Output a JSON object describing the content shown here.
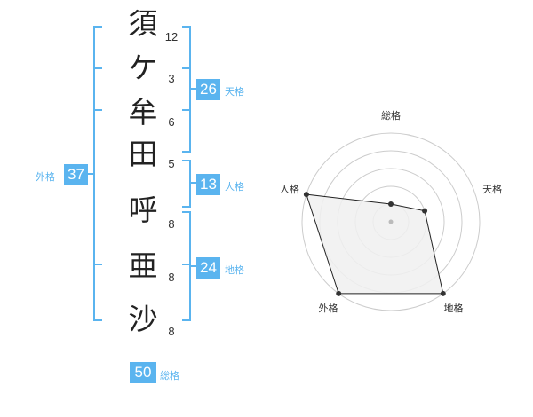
{
  "name_chars": [
    {
      "char": "須",
      "strokes": "12"
    },
    {
      "char": "ケ",
      "strokes": "3"
    },
    {
      "char": "牟",
      "strokes": "6"
    },
    {
      "char": "田",
      "strokes": "5"
    },
    {
      "char": "呼",
      "strokes": "8"
    },
    {
      "char": "亜",
      "strokes": "8"
    },
    {
      "char": "沙",
      "strokes": "8"
    }
  ],
  "scores": {
    "tenkaku": {
      "value": "26",
      "label": "天格"
    },
    "jinkaku": {
      "value": "13",
      "label": "人格"
    },
    "chikaku": {
      "value": "24",
      "label": "地格"
    },
    "gaikaku": {
      "value": "37",
      "label": "外格"
    },
    "soukaku": {
      "value": "50",
      "label": "総格"
    }
  },
  "chart_data": {
    "type": "radar",
    "axes": [
      "総格",
      "天格",
      "地格",
      "外格",
      "人格"
    ],
    "values": [
      1,
      2,
      5,
      5,
      5
    ],
    "max": 5,
    "rings": 5,
    "fill_color": "#f0f0f0",
    "line_color": "#222222",
    "ring_color": "#cccccc"
  },
  "colors": {
    "accent": "#5ab4ef"
  }
}
